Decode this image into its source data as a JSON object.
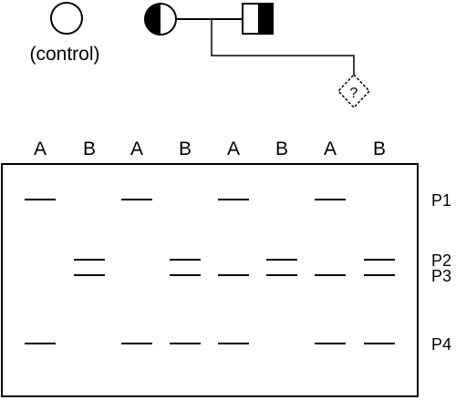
{
  "pedigree": {
    "control_label": "(control)",
    "unknown_label": "?"
  },
  "gel": {
    "lanes": [
      {
        "label": "A",
        "bands": [
          "P1",
          "P4"
        ]
      },
      {
        "label": "B",
        "bands": [
          "P2",
          "P3"
        ]
      },
      {
        "label": "A",
        "bands": [
          "P1",
          "P4"
        ]
      },
      {
        "label": "B",
        "bands": [
          "P2",
          "P3",
          "P4"
        ]
      },
      {
        "label": "A",
        "bands": [
          "P1",
          "P3",
          "P4"
        ]
      },
      {
        "label": "B",
        "bands": [
          "P2",
          "P3"
        ]
      },
      {
        "label": "A",
        "bands": [
          "P1",
          "P3",
          "P4"
        ]
      },
      {
        "label": "B",
        "bands": [
          "P2",
          "P3",
          "P4"
        ]
      }
    ],
    "band_labels": [
      "P1",
      "P2",
      "P3",
      "P4"
    ]
  }
}
